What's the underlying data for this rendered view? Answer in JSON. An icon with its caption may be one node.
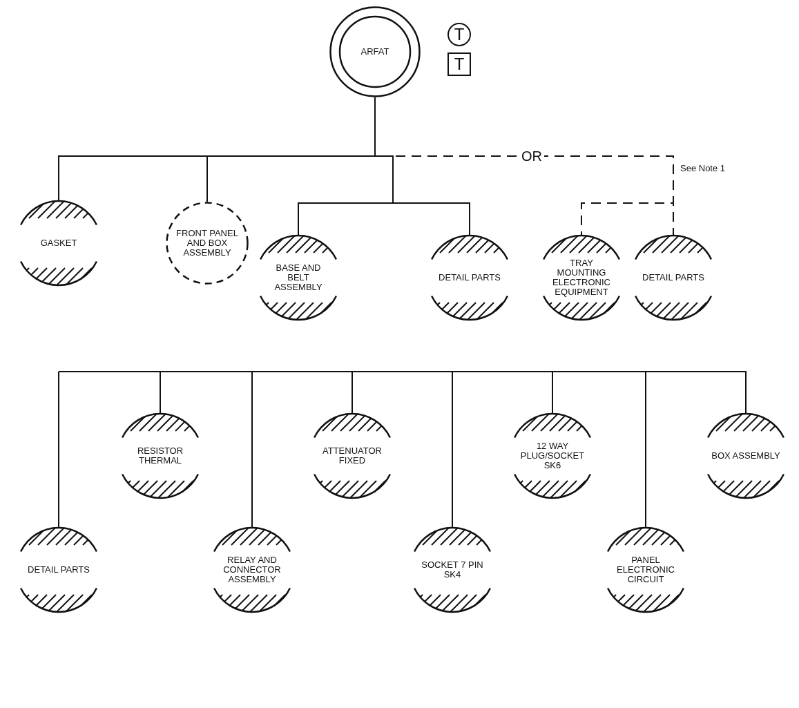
{
  "diagram": {
    "nodes": [
      {
        "text": [
          "ARFAT"
        ]
      },
      {
        "text": [
          "T"
        ]
      },
      {
        "text": [
          "T"
        ]
      },
      {
        "text": [
          "GASKET"
        ]
      },
      {
        "text": [
          "FRONT PANEL AND BOX ASSEMBLY"
        ]
      },
      {
        "text": [
          "BASE AND BELT ASSEMBLY"
        ]
      },
      {
        "text": [
          "DETAIL PARTS"
        ]
      },
      {
        "text": [
          "TRAY MOUNTING ELECTRONIC EQUIPMENT"
        ]
      },
      {
        "text": [
          "DETAIL PARTS"
        ]
      },
      {
        "text": [
          "DETAIL PARTS"
        ]
      },
      {
        "text": [
          "RESISTOR THERMAL"
        ]
      },
      {
        "text": [
          "RELAY AND CONNECTOR ASSEMBLY"
        ]
      },
      {
        "text": [
          "ATTENUATOR FIXED"
        ]
      },
      {
        "text": [
          "SOCKET 7 PIN SK4"
        ]
      },
      {
        "text": [
          "12 WAY PLUG/SOCKET SK6"
        ]
      },
      {
        "text": [
          "PANEL ELECTRONIC CIRCUIT"
        ]
      },
      {
        "text": [
          "BOX ASSEMBLY"
        ]
      }
    ],
    "edges": [
      {
        "from": 0,
        "to": 3,
        "arrow": "none"
      },
      {
        "from": 0,
        "to": 4,
        "arrow": "none"
      },
      {
        "from": 0,
        "to": 5,
        "arrow": "none"
      },
      {
        "from": 0,
        "to": 6,
        "arrow": "none"
      },
      {
        "from": 0,
        "to": 7,
        "arrow": "none",
        "style": "dashed",
        "label": "OR"
      },
      {
        "from": 0,
        "to": 8,
        "arrow": "none",
        "style": "dashed"
      },
      {
        "from": null,
        "to": 9,
        "arrow": "none"
      },
      {
        "from": null,
        "to": 10,
        "arrow": "none"
      },
      {
        "from": null,
        "to": 11,
        "arrow": "none"
      },
      {
        "from": null,
        "to": 12,
        "arrow": "none"
      },
      {
        "from": null,
        "to": 13,
        "arrow": "none"
      },
      {
        "from": null,
        "to": 14,
        "arrow": "none"
      },
      {
        "from": null,
        "to": 15,
        "arrow": "none"
      },
      {
        "from": null,
        "to": 16,
        "arrow": "none"
      }
    ],
    "labels": [
      "See Note 1"
    ]
  }
}
